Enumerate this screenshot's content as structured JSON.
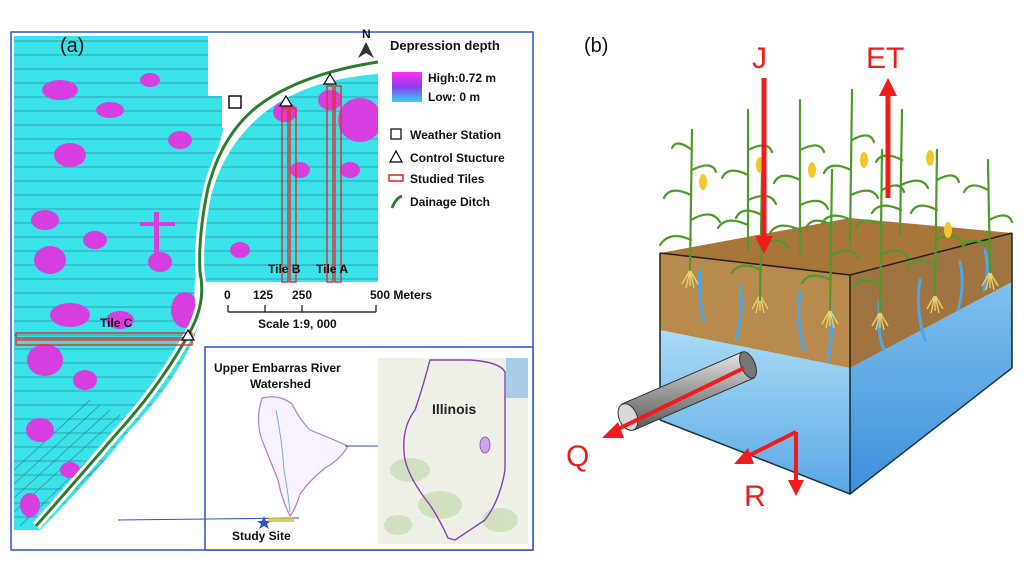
{
  "panel_a": {
    "label": "(a)",
    "north": "N",
    "legend": {
      "title": "Depression depth",
      "high": "High:0.72 m",
      "low": "Low: 0 m",
      "weather_station": "Weather Station",
      "control_structure": "Control Stucture",
      "studied_tiles": "Studied Tiles",
      "drainage_ditch": "Dainage Ditch"
    },
    "scale": {
      "ticks": [
        "0",
        "125",
        "250",
        "500 Meters"
      ],
      "ratio": "Scale 1:9, 000"
    },
    "tiles": {
      "a": "Tile A",
      "b": "Tile B",
      "c": "Tile C"
    },
    "inset": {
      "watershed": [
        "Upper Embarras River",
        "Watershed"
      ],
      "state": "Illinois",
      "study_site": "Study Site"
    },
    "colors": {
      "cyan": "#35e6ec",
      "magenta": "#d63ee0",
      "ditch": "#2d7d2f",
      "tile_outline": "#e0302a",
      "frame": "#2f4fd6"
    }
  },
  "panel_b": {
    "label": "(b)",
    "arrows": {
      "j": "J",
      "et": "ET",
      "q": "Q",
      "r": "R"
    },
    "colors": {
      "arrow": "#ee1c1c",
      "soil": "#b88a4d",
      "water": "#7ec6ee"
    }
  }
}
